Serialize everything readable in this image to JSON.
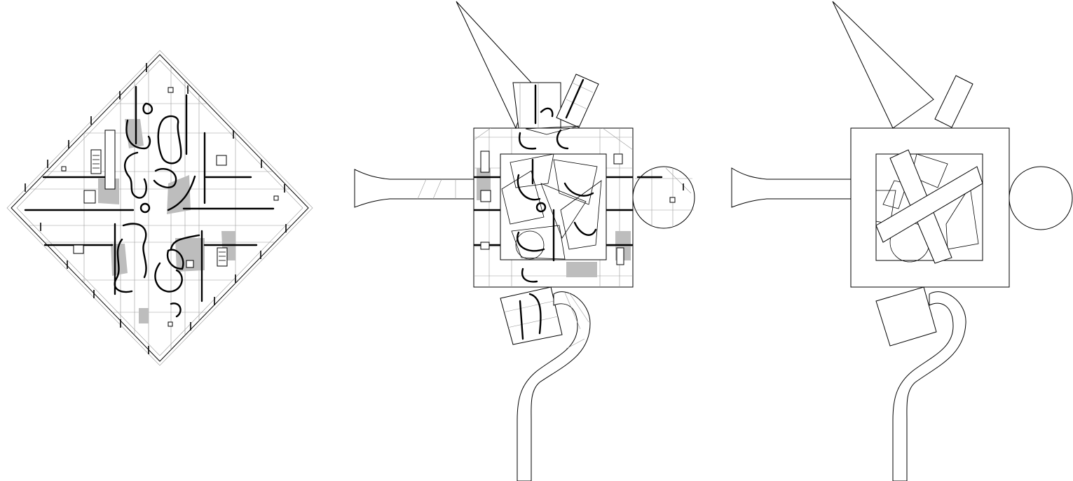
{
  "figure": {
    "panels": [
      {
        "id": "plan",
        "kind": "rotated-square-floor-plan"
      },
      {
        "id": "collage",
        "kind": "overlaid-fragment-composite"
      },
      {
        "id": "diagram",
        "kind": "outline-massing-diagram"
      }
    ],
    "colors": {
      "line": "#000000",
      "grid": "#9a9a9a",
      "hatch": "#bdbdbd",
      "background": "#ffffff"
    }
  }
}
